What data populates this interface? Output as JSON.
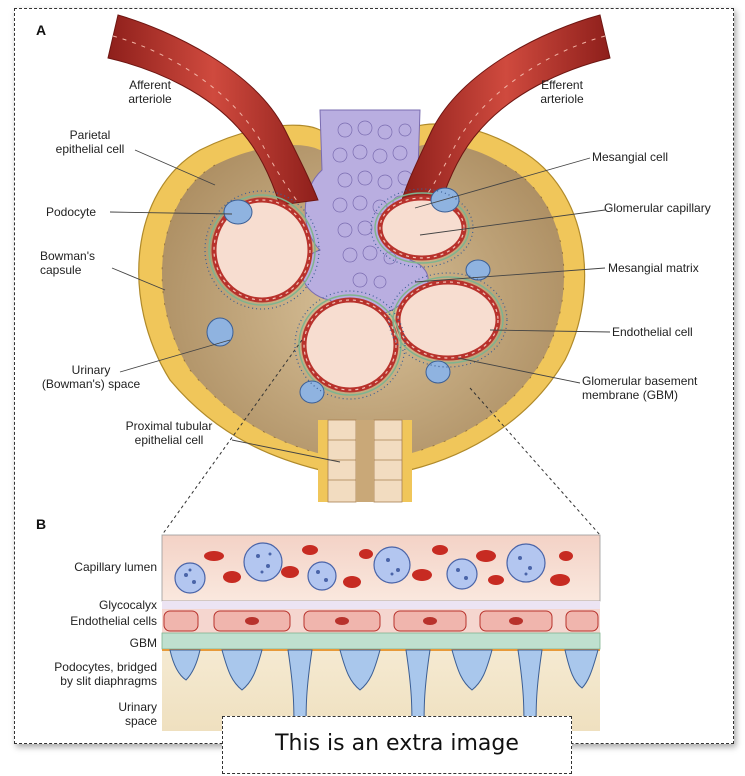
{
  "panel_a": {
    "letter": "A",
    "labels": {
      "afferent": "Afferent\narteriole",
      "efferent": "Efferent\narteriole",
      "parietal": "Parietal\nepithelial cell",
      "podocyte": "Podocyte",
      "bowman_capsule": "Bowman's\ncapsule",
      "urinary_space": "Urinary\n(Bowman's) space",
      "proximal": "Proximal tubular\nepithelial cell",
      "mesangial_cell": "Mesangial cell",
      "glom_cap": "Glomerular capillary",
      "mesangial_matrix": "Mesangial matrix",
      "endothelial": "Endothelial cell",
      "gbm": "Glomerular basement\nmembrane (GBM)"
    }
  },
  "panel_b": {
    "letter": "B",
    "labels": {
      "lumen": "Capillary lumen",
      "glycocalyx": "Glycocalyx",
      "endo": "Endothelial cells",
      "gbm": "GBM",
      "podo": "Podocytes, bridged\nby slit diaphragms",
      "urinary": "Urinary\nspace"
    }
  },
  "note": "This is an extra image",
  "colors": {
    "capsule": "#f0c65a",
    "space": "#c9a878",
    "arteriole": "#b8322c",
    "mesangium": "#b9aee0",
    "capillary_lumen": "#f7ddd0",
    "podocyte": "#8fb3e0",
    "gbm": "#bfe0cf"
  }
}
